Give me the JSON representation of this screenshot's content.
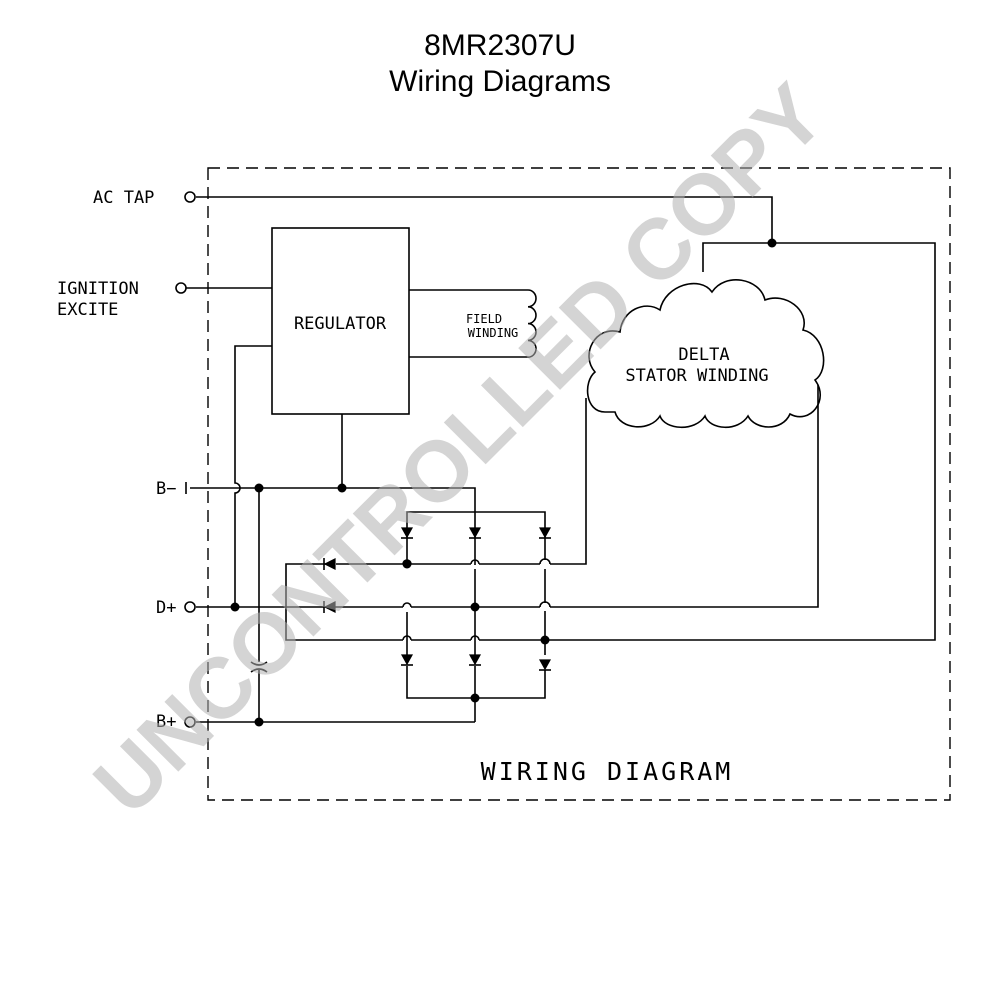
{
  "title": {
    "line1": "8MR2307U",
    "line2": "Wiring Diagrams"
  },
  "terminals": {
    "ac_tap": "AC TAP",
    "ignition": "IGNITION",
    "excite": "EXCITE",
    "b_minus": "B−",
    "d_plus": "D+",
    "b_plus": "B+"
  },
  "components": {
    "regulator": "REGULATOR",
    "field_winding_1": "FIELD",
    "field_winding_2": "WINDING",
    "stator_1": "DELTA",
    "stator_2": "STATOR WINDING"
  },
  "caption": "WIRING DIAGRAM",
  "watermark": "UNCONTROLLED COPY"
}
